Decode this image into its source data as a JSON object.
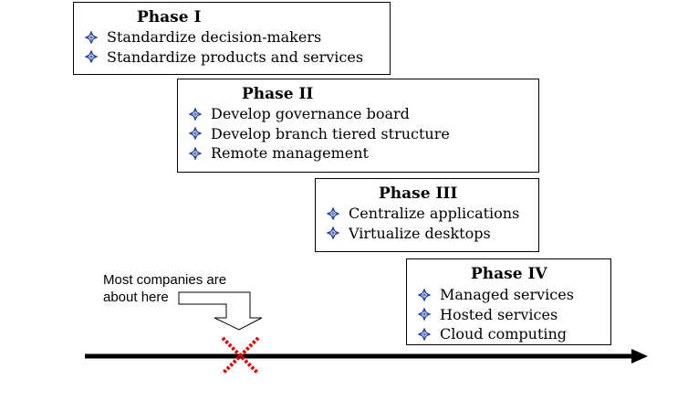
{
  "phases": [
    {
      "title": "Phase I",
      "items": [
        "Standardize decision-makers",
        "Standardize products and services"
      ]
    },
    {
      "title": "Phase II",
      "items": [
        "Develop governance board",
        "Develop branch tiered structure",
        "Remote management"
      ]
    },
    {
      "title": "Phase III",
      "items": [
        "Centralize applications",
        "Virtualize desktops"
      ]
    },
    {
      "title": "Phase IV",
      "items": [
        "Managed services",
        "Hosted services",
        "Cloud computing"
      ]
    }
  ],
  "callout": {
    "line1": "Most companies are",
    "line2": "about here"
  },
  "colors": {
    "bullet": "#1a3a9c",
    "marker": "#e00000",
    "arrow": "#000000"
  },
  "icons": {
    "bullet": "diamond-bullet-icon",
    "marker": "x-marker-icon"
  }
}
